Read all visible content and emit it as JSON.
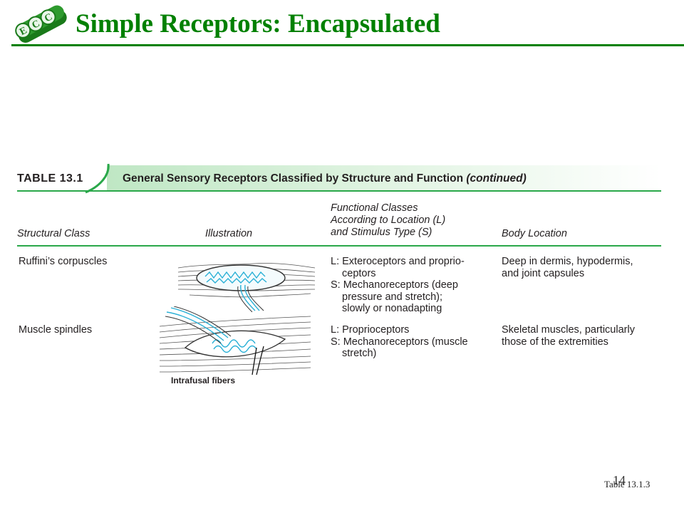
{
  "slide": {
    "title": "Simple Receptors: Encapsulated",
    "page_number": "14",
    "reference": "Table 13.1.3",
    "colors": {
      "title": "#008000",
      "rule": "#008000",
      "table_rule": "#2aa84a",
      "illustration_accent": "#2ab0d6"
    }
  },
  "logo": {
    "text": "ECC",
    "icon": "ecc-logo-icon"
  },
  "table": {
    "label": "TABLE 13.1",
    "caption": "General Sensory Receptors Classified by Structure and Function",
    "caption_suffix": "(continued)",
    "headers": {
      "structural_class": "Structural Class",
      "illustration": "Illustration",
      "functional_classes": [
        "Functional Classes",
        "According to Location (L)",
        "and Stimulus Type (S)"
      ],
      "body_location": "Body Location"
    },
    "rows": [
      {
        "structural_class": "Ruffini’s corpuscles",
        "illustration_icon": "ruffini-corpuscle-icon",
        "functional_lines": [
          {
            "text": "L: Exteroceptors and proprio-",
            "indent": false
          },
          {
            "text": "ceptors",
            "indent": true
          },
          {
            "text": "S: Mechanoreceptors (deep",
            "indent": false
          },
          {
            "text": "pressure and stretch);",
            "indent": true
          },
          {
            "text": "slowly or nonadapting",
            "indent": true
          }
        ],
        "body_location_lines": [
          "Deep in dermis, hypodermis,",
          "and joint capsules"
        ]
      },
      {
        "structural_class": "Muscle spindles",
        "illustration_icon": "muscle-spindle-icon",
        "illustration_label": "Intrafusal fibers",
        "functional_lines": [
          {
            "text": "L: Proprioceptors",
            "indent": false
          },
          {
            "text": "S: Mechanoreceptors (muscle",
            "indent": false
          },
          {
            "text": "stretch)",
            "indent": true
          }
        ],
        "body_location_lines": [
          "Skeletal muscles, particularly",
          "those of the extremities"
        ]
      }
    ]
  }
}
